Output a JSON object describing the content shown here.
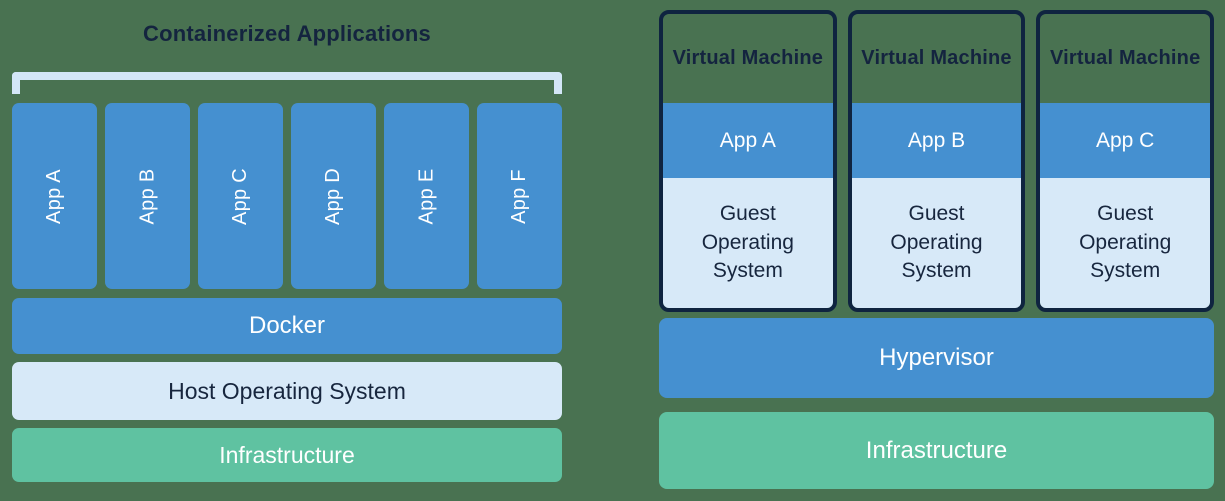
{
  "diagram": {
    "title_left": "Containerized Applications",
    "colors": {
      "background": "#497251",
      "app_blue": "#4590d0",
      "light_blue": "#d7e9f8",
      "green": "#5fc2a1",
      "navy_text": "#14243f",
      "vm_border_navy": "#0f2440",
      "bracket_light_blue": "#d3e6f7",
      "white_text": "#ffffff"
    }
  },
  "left": {
    "title": "Containerized Applications",
    "apps": [
      "App A",
      "App B",
      "App C",
      "App D",
      "App E",
      "App F"
    ],
    "layers": {
      "docker": "Docker",
      "host_os": "Host Operating System",
      "infrastructure": "Infrastructure"
    }
  },
  "right": {
    "vms": [
      {
        "title": "Virtual Machine",
        "app": "App A",
        "os": "Guest Operating System"
      },
      {
        "title": "Virtual Machine",
        "app": "App B",
        "os": "Guest Operating System"
      },
      {
        "title": "Virtual Machine",
        "app": "App C",
        "os": "Guest Operating System"
      }
    ],
    "layers": {
      "hypervisor": "Hypervisor",
      "infrastructure": "Infrastructure"
    }
  }
}
